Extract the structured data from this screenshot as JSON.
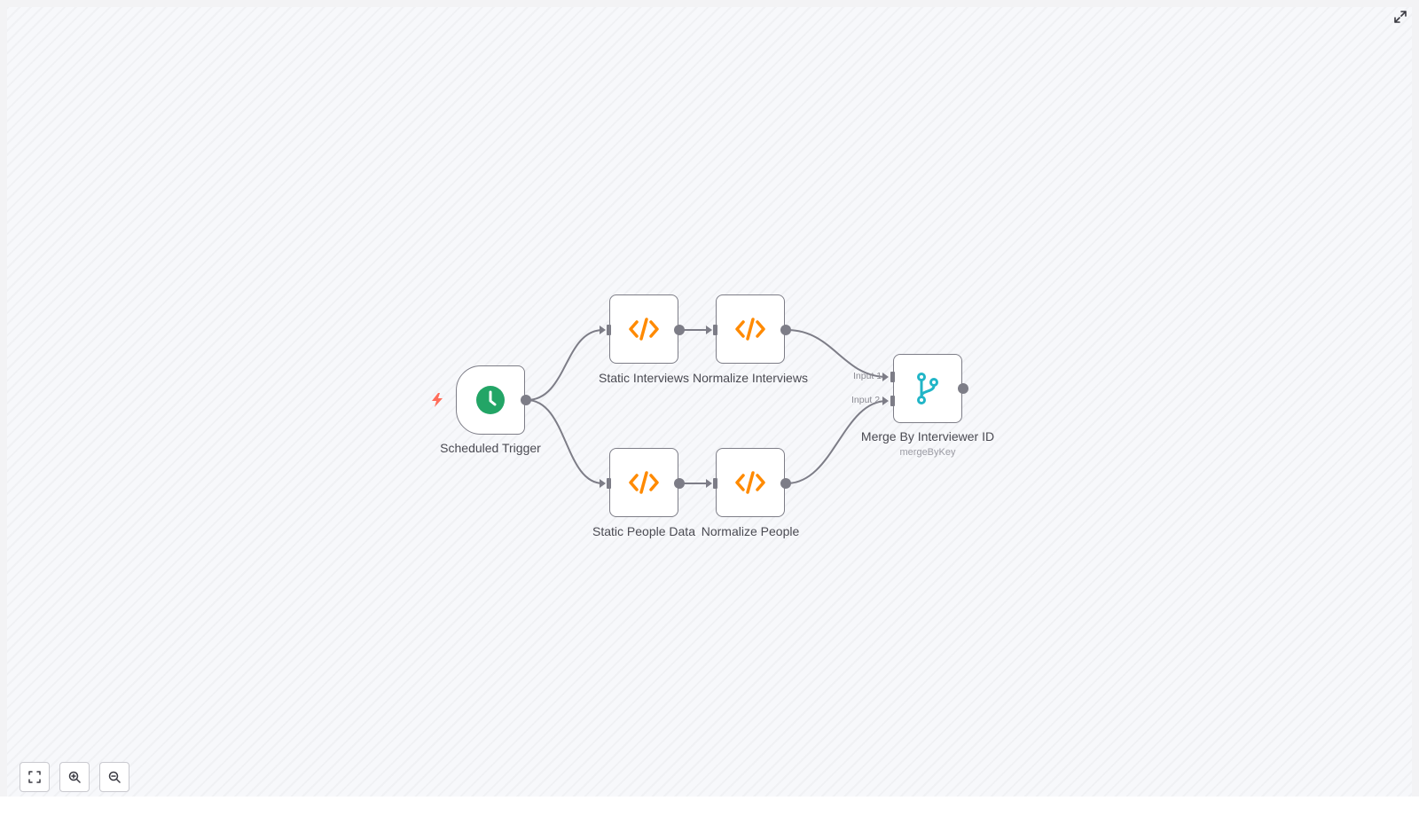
{
  "canvas": {
    "colors": {
      "background": "#f7f8fb",
      "edge": "#7d7d87",
      "code_icon": "#ff8a00",
      "schedule_icon": "#23a566",
      "merge_icon": "#21b5c7",
      "trigger_bolt": "#ff6d5a"
    }
  },
  "nodes": [
    {
      "id": "scheduled-trigger",
      "label": "Scheduled Trigger",
      "icon": "clock-icon",
      "trigger": true
    },
    {
      "id": "static-interviews",
      "label": "Static Interviews",
      "icon": "code-icon"
    },
    {
      "id": "normalize-interviews",
      "label": "Normalize Interviews",
      "icon": "code-icon"
    },
    {
      "id": "static-people-data",
      "label": "Static People Data",
      "icon": "code-icon"
    },
    {
      "id": "normalize-people",
      "label": "Normalize People",
      "icon": "code-icon"
    },
    {
      "id": "merge-by-interviewer-id",
      "label": "Merge By Interviewer ID",
      "sublabel": "mergeByKey",
      "icon": "merge-icon",
      "inputs": [
        "Input 1",
        "Input 2"
      ]
    }
  ],
  "controls": {
    "fit_view": "fit-view-icon",
    "zoom_in": "zoom-in-icon",
    "zoom_out": "zoom-out-icon",
    "fullscreen": "fullscreen-icon"
  }
}
